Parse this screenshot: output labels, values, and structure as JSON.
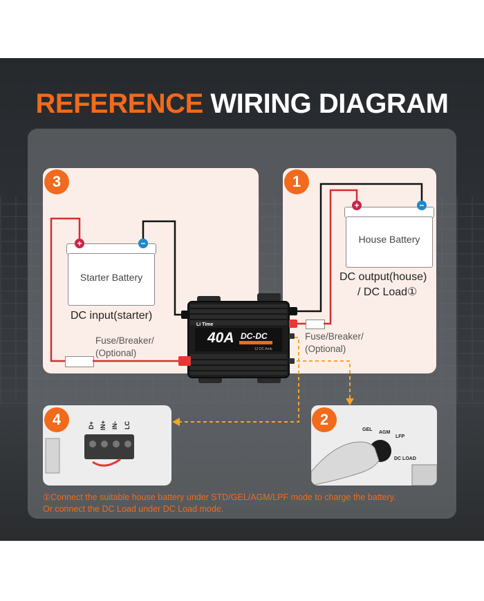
{
  "title": {
    "highlight": "REFERENCE",
    "rest": "WIRING DIAGRAM"
  },
  "steps": [
    {
      "number": "1",
      "battery_label": "House Battery",
      "caption_line1": "DC output(house)",
      "caption_line2": "/ DC Load①",
      "fuse_line1": "Fuse/Breaker/",
      "fuse_line2": "(Optional)"
    },
    {
      "number": "2",
      "switch_labels": [
        "GEL",
        "AGM",
        "LFP",
        "DC LOAD"
      ]
    },
    {
      "number": "3",
      "battery_label": "Starter Battery",
      "caption": "DC input(starter)",
      "fuse_line1": "Fuse/Breaker/",
      "fuse_line2": "(Optional)"
    },
    {
      "number": "4",
      "terminal_labels": [
        "D+",
        "IN+",
        "IN-",
        "LC"
      ]
    }
  ],
  "device": {
    "brand": "Li Time",
    "rating": "40A",
    "model": "DC-DC",
    "sub": "12 DC Amb"
  },
  "terminal_symbols": {
    "plus": "+",
    "minus": "−"
  },
  "footnote": {
    "line1": "①Connect the suitable house battery under STD/GEL/AGM/LPF mode to charge the battery.",
    "line2": "Or connect the DC Load under DC Load mode."
  },
  "colors": {
    "accent": "#f26a1b",
    "positive": "#c8254a",
    "negative": "#1e88c8",
    "wire_red": "#d32f2f",
    "wire_black": "#111111",
    "dash": "#f5a623"
  }
}
